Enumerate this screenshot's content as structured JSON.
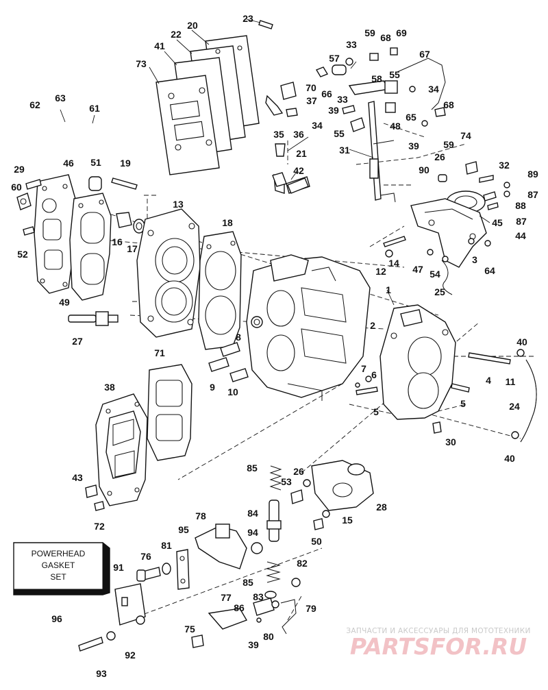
{
  "diagram": {
    "kit": {
      "line1": "POWERHEAD",
      "line2": "GASKET",
      "line3": "SET"
    },
    "watermark": {
      "tagline": "ЗАПЧАСТИ И АКСЕССУАРЫ ДЛЯ МОТОТЕХНИКИ",
      "logo": "PARTSFOR.RU"
    },
    "callouts": [
      "1",
      "2",
      "3",
      "4",
      "5",
      "5",
      "6",
      "7",
      "8",
      "9",
      "10",
      "11",
      "12",
      "13",
      "14",
      "15",
      "16",
      "17",
      "18",
      "19",
      "20",
      "21",
      "22",
      "23",
      "24",
      "25",
      "26",
      "26",
      "27",
      "28",
      "29",
      "30",
      "31",
      "32",
      "33",
      "33",
      "34",
      "34",
      "35",
      "36",
      "37",
      "38",
      "39",
      "39",
      "39",
      "40",
      "40",
      "41",
      "42",
      "43",
      "44",
      "45",
      "46",
      "47",
      "48",
      "49",
      "50",
      "51",
      "52",
      "53",
      "54",
      "55",
      "55",
      "57",
      "58",
      "59",
      "59",
      "60",
      "61",
      "62",
      "63",
      "64",
      "65",
      "66",
      "67",
      "68",
      "68",
      "69",
      "70",
      "71",
      "72",
      "73",
      "74",
      "75",
      "76",
      "77",
      "78",
      "79",
      "80",
      "81",
      "82",
      "83",
      "84",
      "85",
      "85",
      "86",
      "87",
      "87",
      "88",
      "89",
      "90",
      "91",
      "92",
      "93",
      "94",
      "95",
      "96"
    ]
  }
}
